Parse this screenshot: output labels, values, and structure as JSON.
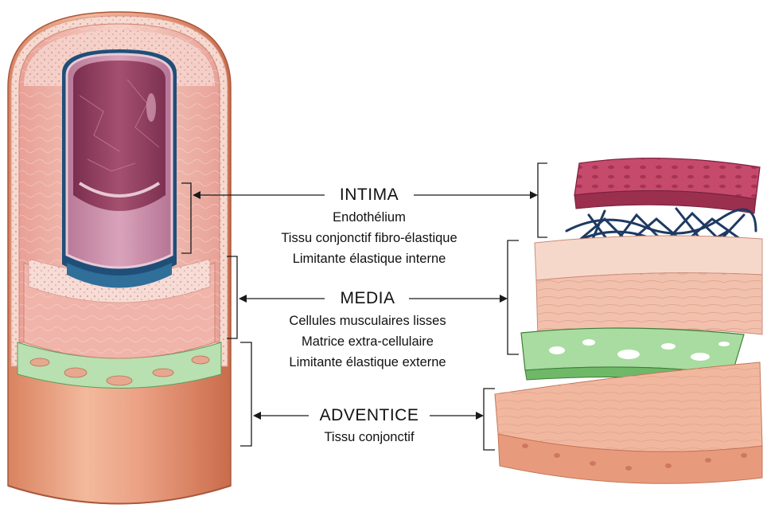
{
  "layers": [
    {
      "title": "INTIMA",
      "components": [
        "Endothélium",
        "Tissu conjonctif fibro-élastique",
        "Limitante élastique interne"
      ]
    },
    {
      "title": "MEDIA",
      "components": [
        "Cellules musculaires lisses",
        "Matrice extra-cellulaire",
        "Limitante élastique externe"
      ]
    },
    {
      "title": "ADVENTICE",
      "components": [
        "Tissu conjonctif"
      ]
    }
  ],
  "colors": {
    "endothelium": "#b23a5e",
    "elastic_network": "#1d3a63",
    "media_muscle": "#f2c2b0",
    "external_elastic": "#9fd19a",
    "adventice": "#e9a487",
    "lumen": "#8e3c62",
    "line": "#1a1a1a"
  },
  "icons": [
    "vessel-cross-section-illustration",
    "layer-exploded-illustration"
  ]
}
